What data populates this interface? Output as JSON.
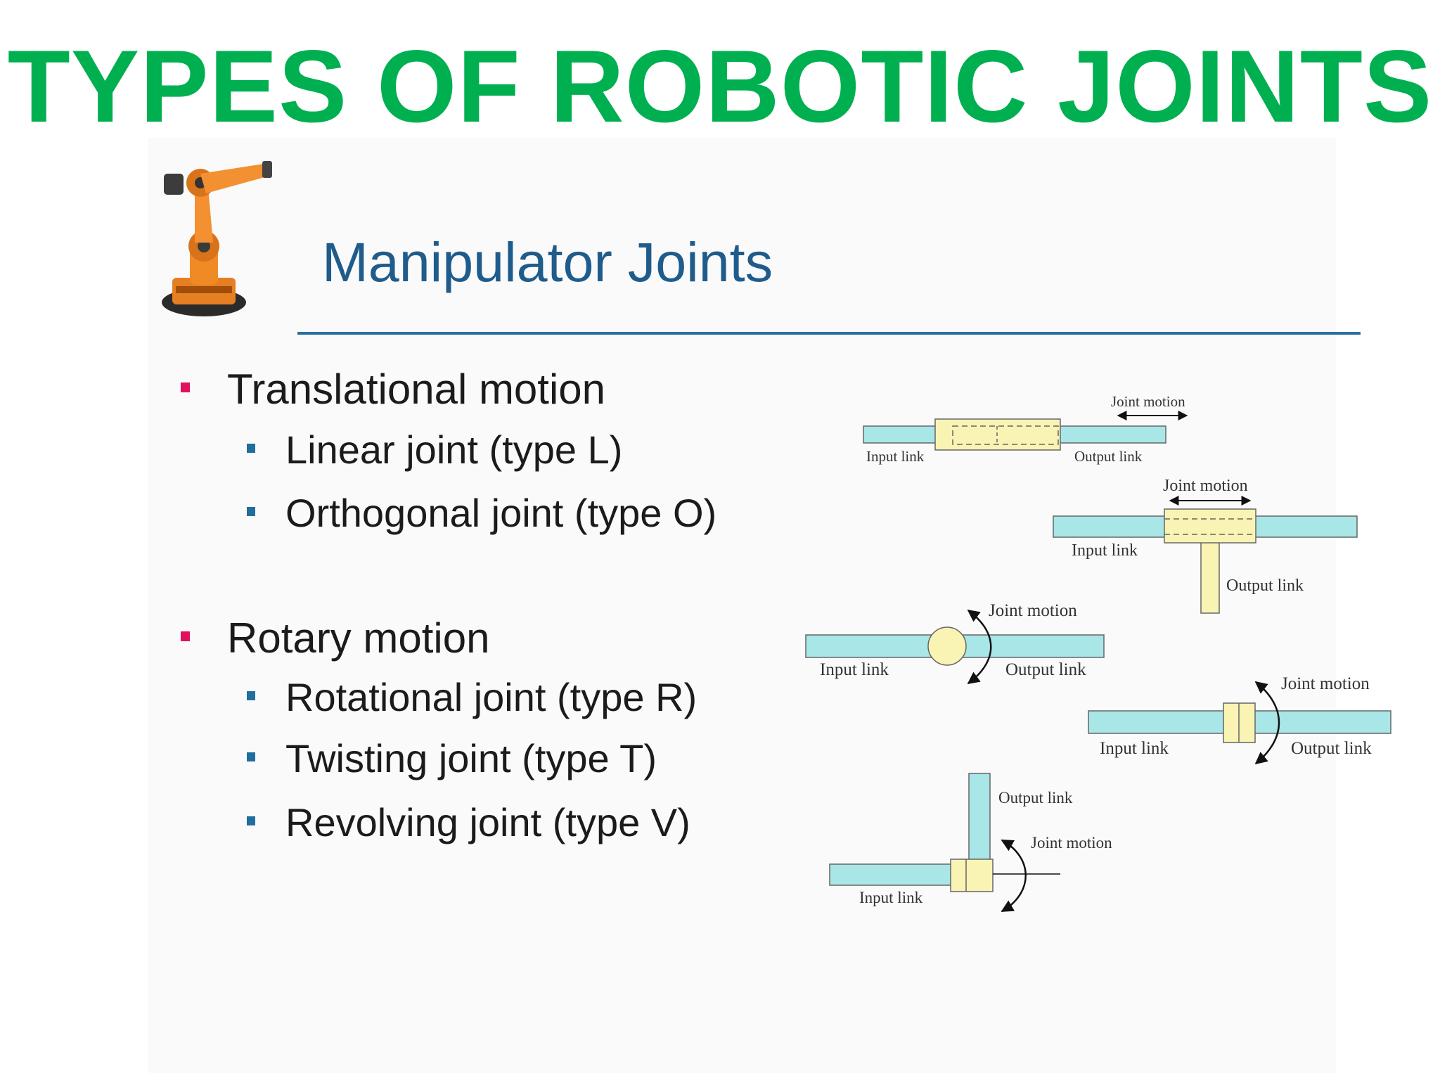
{
  "page_title": "TYPES OF ROBOTIC JOINTS",
  "slide": {
    "title": "Manipulator Joints",
    "bullets": [
      {
        "label": "Translational motion",
        "items": [
          "Linear joint (type L)",
          "Orthogonal joint (type O)"
        ]
      },
      {
        "label": "Rotary motion",
        "items": [
          "Rotational joint (type R)",
          "Twisting joint (type T)",
          "Revolving joint (type V)"
        ]
      }
    ]
  },
  "diagrams": {
    "linear": {
      "joint_motion": "Joint motion",
      "input_link": "Input link",
      "output_link": "Output link"
    },
    "orthogonal": {
      "joint_motion": "Joint motion",
      "input_link": "Input link",
      "output_link": "Output link"
    },
    "rotational": {
      "joint_motion": "Joint motion",
      "input_link": "Input link",
      "output_link": "Output link"
    },
    "twisting": {
      "joint_motion": "Joint motion",
      "input_link": "Input link",
      "output_link": "Output link"
    },
    "revolving": {
      "joint_motion": "Joint motion",
      "input_link": "Input link",
      "output_link": "Output link"
    }
  },
  "colors": {
    "title_green": "#00b050",
    "slide_title_blue": "#1f5c8b",
    "rule_blue": "#2a6fa1",
    "bullet_pink": "#e0115f",
    "bullet_blue": "#1f6e9c",
    "link_cyan": "#a8e6e8",
    "joint_yellow": "#f9f3b4"
  },
  "icons": {
    "robot": "industrial-robot-arm-photo"
  }
}
